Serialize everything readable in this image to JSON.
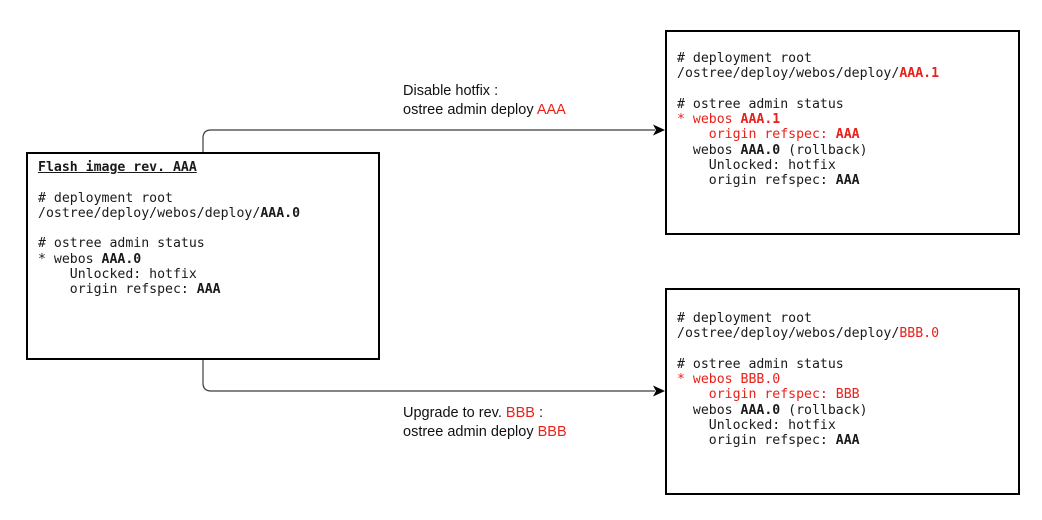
{
  "source": {
    "title": "Flash image rev. AAA",
    "root_comment": "# deployment root",
    "root_prefix": "/ostree/deploy/webos/deploy/",
    "root_rev": "AAA.0",
    "status_cmd": "# ostree admin status",
    "deploy_prefix": "* webos ",
    "deploy_rev": "AAA.0",
    "unlocked": "    Unlocked: hotfix",
    "refspec_prefix": "    origin refspec: ",
    "refspec_val": "AAA"
  },
  "edge_top": {
    "line1": "Disable hotfix :",
    "line2_prefix": "ostree admin deploy ",
    "line2_rev": "AAA"
  },
  "edge_bottom": {
    "line1_prefix": "Upgrade to rev. ",
    "line1_rev": "BBB",
    "line1_suffix": " :",
    "line2_prefix": "ostree admin deploy ",
    "line2_rev": "BBB"
  },
  "target_a": {
    "root_comment": "# deployment root",
    "root_prefix": "/ostree/deploy/webos/deploy/",
    "root_rev": "AAA.1",
    "status_cmd": "# ostree admin status",
    "new_prefix": "* webos ",
    "new_rev": "AAA.1",
    "new_refspec_prefix": "    origin refspec: ",
    "new_refspec_val": "AAA",
    "old_prefix": "  webos ",
    "old_rev": "AAA.0",
    "old_suffix": " (rollback)",
    "old_unlocked": "    Unlocked: hotfix",
    "old_refspec_prefix": "    origin refspec: ",
    "old_refspec_val": "AAA"
  },
  "target_b": {
    "root_comment": "# deployment root",
    "root_prefix": "/ostree/deploy/webos/deploy/",
    "root_rev": "BBB.0",
    "status_cmd": "# ostree admin status",
    "new_prefix": "* webos ",
    "new_rev": "BBB.0",
    "new_refspec_prefix": "    origin refspec: ",
    "new_refspec_val": "BBB",
    "old_prefix": "  webos ",
    "old_rev": "AAA.0",
    "old_suffix": " (rollback)",
    "old_unlocked": "    Unlocked: hotfix",
    "old_refspec_prefix": "    origin refspec: ",
    "old_refspec_val": "AAA"
  },
  "colors": {
    "highlight": "#e8211a",
    "border": "#000000",
    "edge": "#3c3c3c"
  }
}
